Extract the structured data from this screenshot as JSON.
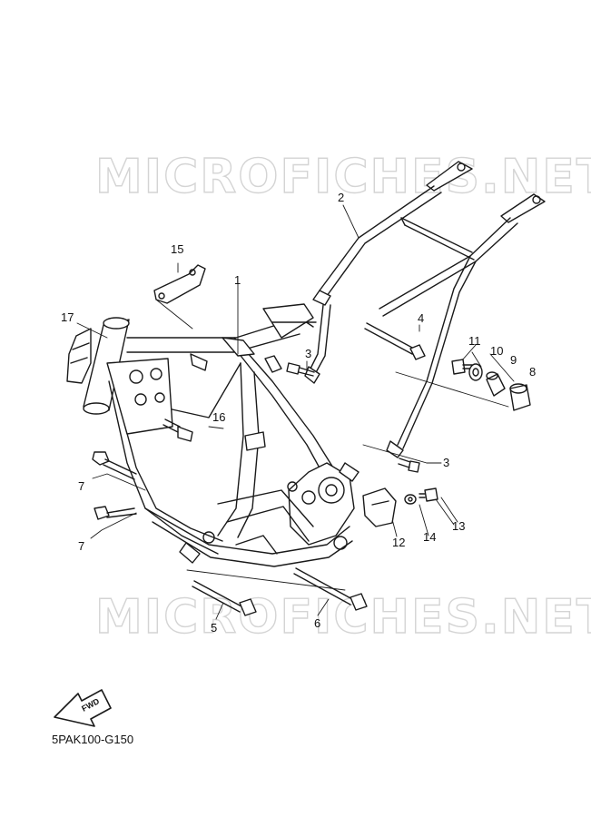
{
  "watermark": "MICROFICHES.NET",
  "diagram_code": "5PAK100-G150",
  "fwd_label": "FWD",
  "callouts": {
    "c1": "1",
    "c2": "2",
    "c3a": "3",
    "c3b": "3",
    "c4": "4",
    "c5": "5",
    "c6": "6",
    "c7a": "7",
    "c7b": "7",
    "c8": "8",
    "c9": "9",
    "c10": "10",
    "c11": "11",
    "c12": "12",
    "c13": "13",
    "c14": "14",
    "c15": "15",
    "c16": "16",
    "c17": "17"
  }
}
